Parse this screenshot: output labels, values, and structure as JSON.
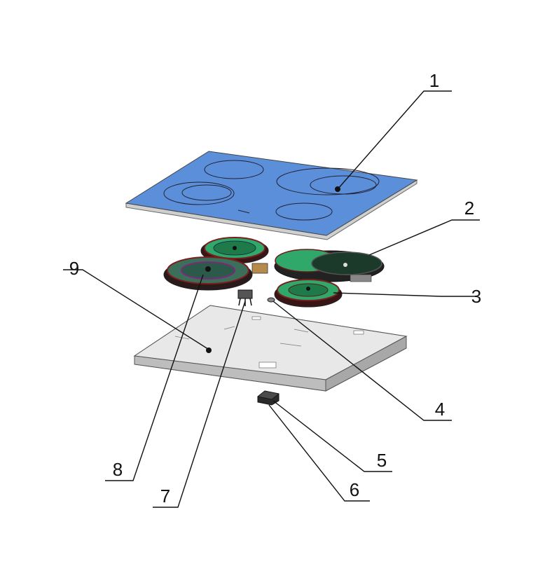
{
  "callouts": [
    {
      "id": "1",
      "label": "1"
    },
    {
      "id": "2",
      "label": "2"
    },
    {
      "id": "3",
      "label": "3"
    },
    {
      "id": "4",
      "label": "4"
    },
    {
      "id": "5",
      "label": "5"
    },
    {
      "id": "6",
      "label": "6"
    },
    {
      "id": "7",
      "label": "7"
    },
    {
      "id": "8",
      "label": "8"
    },
    {
      "id": "9",
      "label": "9"
    }
  ],
  "colors": {
    "glass_top": "#5b8fd9",
    "glass_edge": "#c9c9c9",
    "housing": "#e3e3e3",
    "housing_dark": "#9c9c9c",
    "heater_green": "#2fa86a",
    "heater_red": "#7a1f1f"
  }
}
